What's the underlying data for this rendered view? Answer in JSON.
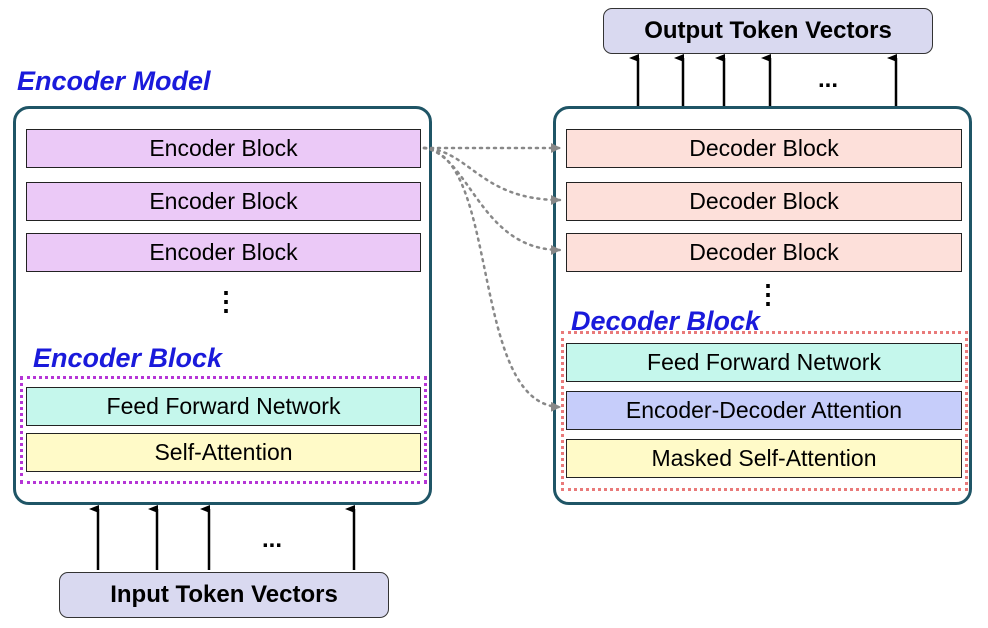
{
  "encoder": {
    "title": "Encoder Model",
    "blocks": [
      "Encoder Block",
      "Encoder Block",
      "Encoder Block"
    ],
    "block_detail_title": "Encoder Block",
    "ffn": "Feed Forward Network",
    "self_attention": "Self-Attention",
    "vertical_ellipsis": "⋮",
    "input_ellipsis": "...",
    "input_label": "Input Token Vectors"
  },
  "decoder": {
    "blocks": [
      "Decoder Block",
      "Decoder Block",
      "Decoder Block"
    ],
    "block_detail_title": "Decoder Block",
    "ffn": "Feed Forward Network",
    "cross_attention": "Encoder-Decoder Attention",
    "masked_self_attention": "Masked Self-Attention",
    "vertical_ellipsis": "⋮",
    "output_ellipsis": "...",
    "output_label": "Output Token Vectors"
  },
  "colors": {
    "panel_border": "#1f5566",
    "encoder_block": "#ebc9f7",
    "decoder_block": "#fde0da",
    "ffn": "#c5f7ec",
    "self_attention": "#fffac8",
    "cross_attention": "#c6cdfa",
    "token_box": "#d9d9f0",
    "title_blue": "#1a1adb",
    "encoder_dotted": "#b535d6",
    "decoder_dotted": "#e97a7a",
    "connector": "#888888"
  }
}
